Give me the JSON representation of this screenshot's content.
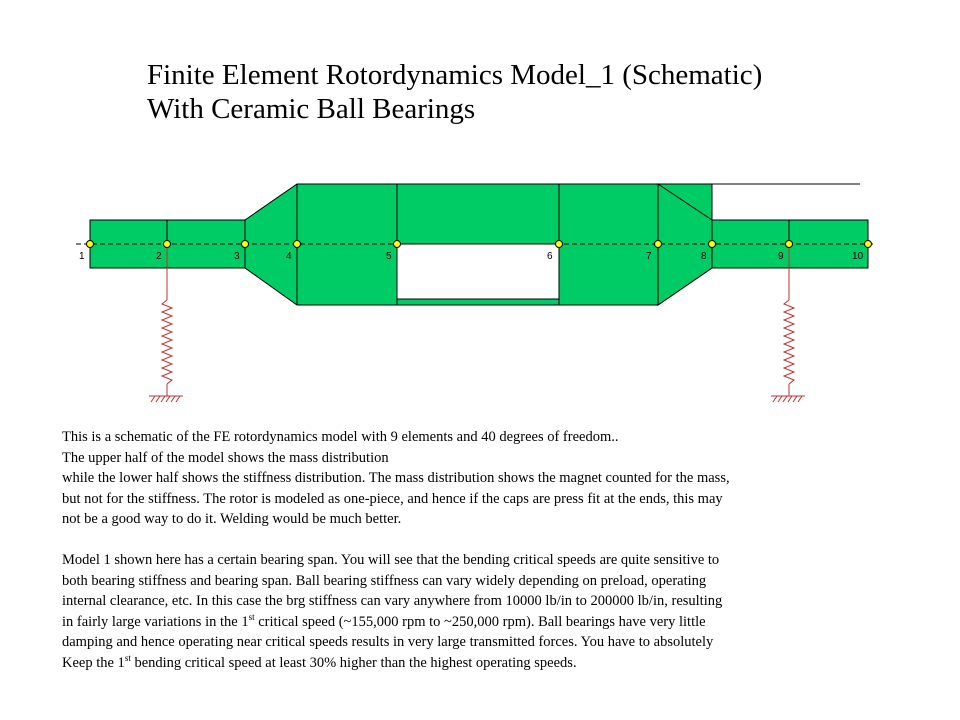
{
  "title": {
    "line1": "Finite Element Rotordynamics Model_1 (Schematic)",
    "line2": "With Ceramic Ball Bearings"
  },
  "diagram": {
    "node_labels": [
      "1",
      "2",
      "3",
      "4",
      "5",
      "6",
      "7",
      "8",
      "9",
      "10"
    ],
    "colors": {
      "rotor_fill": "#00cc66",
      "outline": "#000000",
      "node_fill": "#ffff00",
      "spring": "#c03030",
      "centerline": "#000000"
    }
  },
  "description": {
    "p1": {
      "l1": "This is a schematic of the FE rotordynamics model with 9 elements and 40 degrees of freedom..",
      "l2": "The upper half of the model shows the mass distribution",
      "l3": "while the lower half shows the stiffness distribution. The mass distribution shows the magnet counted for the mass,",
      "l4": "but not for the stiffness. The rotor is modeled as one-piece, and hence if the caps are press fit at the ends, this may",
      "l5": "not be a good way to do it. Welding would be much better."
    },
    "p2": {
      "l1": "Model 1 shown here has a certain bearing span. You will see that the bending critical speeds are quite sensitive to",
      "l2": "both bearing stiffness and bearing span. Ball bearing stiffness can vary widely depending on preload, operating",
      "l3": "internal clearance, etc. In this case the brg stiffness can vary anywhere from 10000 lb/in to 200000 lb/in, resulting",
      "l4a": "in fairly large variations in the 1",
      "l4sup": "st",
      "l4b": " critical speed (~155,000 rpm to ~250,000 rpm). Ball bearings have very little",
      "l5": "damping and hence operating near critical speeds results in very large transmitted forces. You have to absolutely",
      "l6a": "Keep the 1",
      "l6sup": "st",
      "l6b": " bending critical speed at least 30% higher than the highest operating speeds."
    }
  }
}
